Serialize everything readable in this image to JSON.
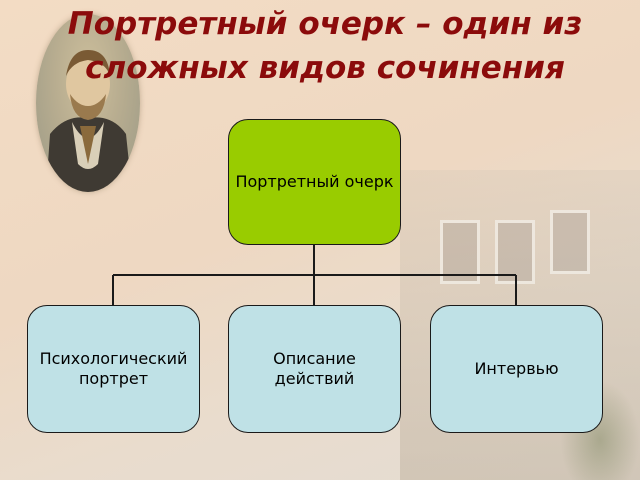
{
  "title": "Портретный очерк – один из сложных видов сочинения",
  "diagram": {
    "root": {
      "label": "Портретный очерк"
    },
    "children": [
      {
        "label": "Психологический\nпортрет"
      },
      {
        "label": "Описание\nдействий"
      },
      {
        "label": "Интервью"
      }
    ]
  },
  "colors": {
    "title": "#8b0b0b",
    "root_fill": "#99cc00",
    "child_fill": "#bfe1e6",
    "connector": "#1a1a1a"
  },
  "decor": {
    "portrait": "portrait-image",
    "background": "house-photo-background"
  }
}
